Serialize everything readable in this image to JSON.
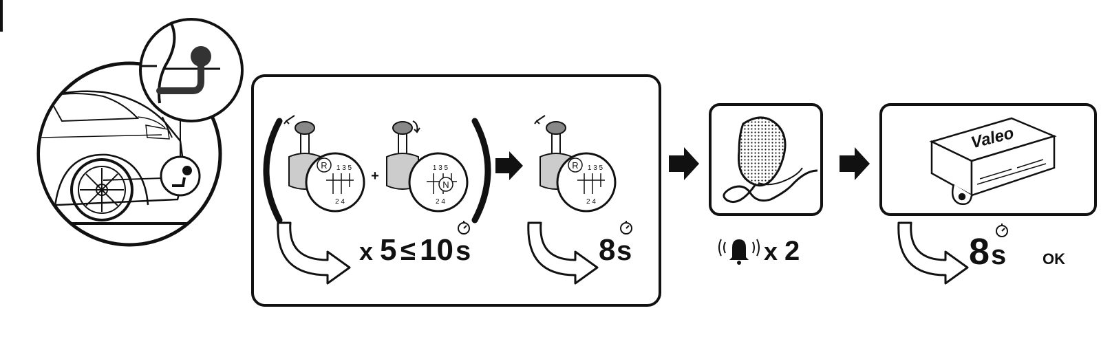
{
  "texts": {
    "gear_r": "R",
    "gear_n": "N",
    "gear_top": "1 3 5",
    "gear_top_n": "1 3 5",
    "gear_bottom": "2 4",
    "plus": "+",
    "repeat_x": "x",
    "repeat_count": "5",
    "le_symbol": "≤",
    "time_limit": "10",
    "seconds_unit": "s",
    "hold_time": "8",
    "beep_x": "x",
    "beep_count": "2",
    "module_brand": "Valeo",
    "final_time": "8",
    "ok_label": "OK"
  },
  "icons": [
    "tow-hook-icon",
    "gear-lever-icon",
    "gear-pattern-icon",
    "curved-arrow-icon",
    "stopwatch-icon",
    "right-arrow-icon",
    "buzzer-icon",
    "bell-icon",
    "control-module-icon"
  ],
  "colors": {
    "ink": "#111111",
    "background": "#ffffff"
  }
}
